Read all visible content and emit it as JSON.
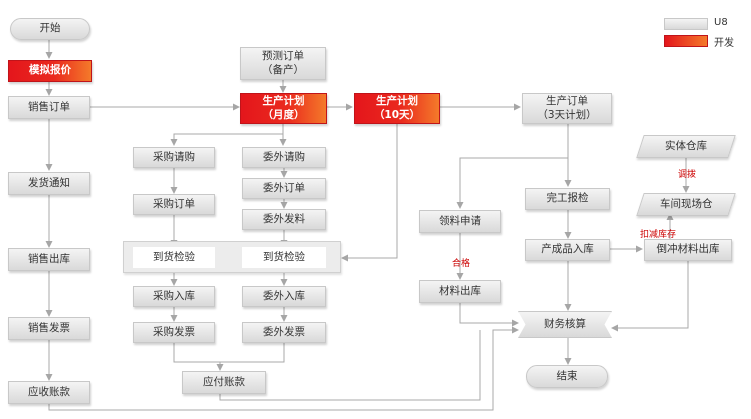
{
  "legend": {
    "u8_label": "U8",
    "dev_label": "开发",
    "colors": {
      "u8": "#dcdcdc",
      "dev": "#e4161c"
    }
  },
  "nodes": {
    "start": "开始",
    "quote": "模拟报价",
    "sales_order": "销售订单",
    "delivery_notice": "发货通知",
    "sales_outbound": "销售出库",
    "sales_invoice": "销售发票",
    "receivable": "应收账款",
    "forecast_order": "预测订单\n（备产）",
    "plan_monthly": "生产计划\n（月度）",
    "plan_10day": "生产计划\n（10天）",
    "prod_order": "生产订单\n（3天计划）",
    "purchase_request": "采购请购",
    "outsource_request": "委外请购",
    "purchase_order": "采购订单",
    "outsource_order": "委外订单",
    "outsource_issue": "委外发料",
    "arrival_check_1": "到货检验",
    "arrival_check_2": "到货检验",
    "purchase_inbound": "采购入库",
    "outsource_inbound": "委外入库",
    "purchase_invoice": "采购发票",
    "outsource_invoice": "委外发票",
    "payable": "应付账款",
    "material_request": "领料申请",
    "material_outbound": "材料出库",
    "completion_report": "完工报检",
    "product_inbound": "产成品入库",
    "backflush_outbound": "倒冲材料出库",
    "physical_wh": "实体仓库",
    "workshop_wh": "车间现场仓",
    "finance": "财务核算",
    "end": "结束"
  },
  "notes": {
    "qualified": "合格",
    "transfer": "调拨",
    "deduct_stock": "扣减库存"
  }
}
